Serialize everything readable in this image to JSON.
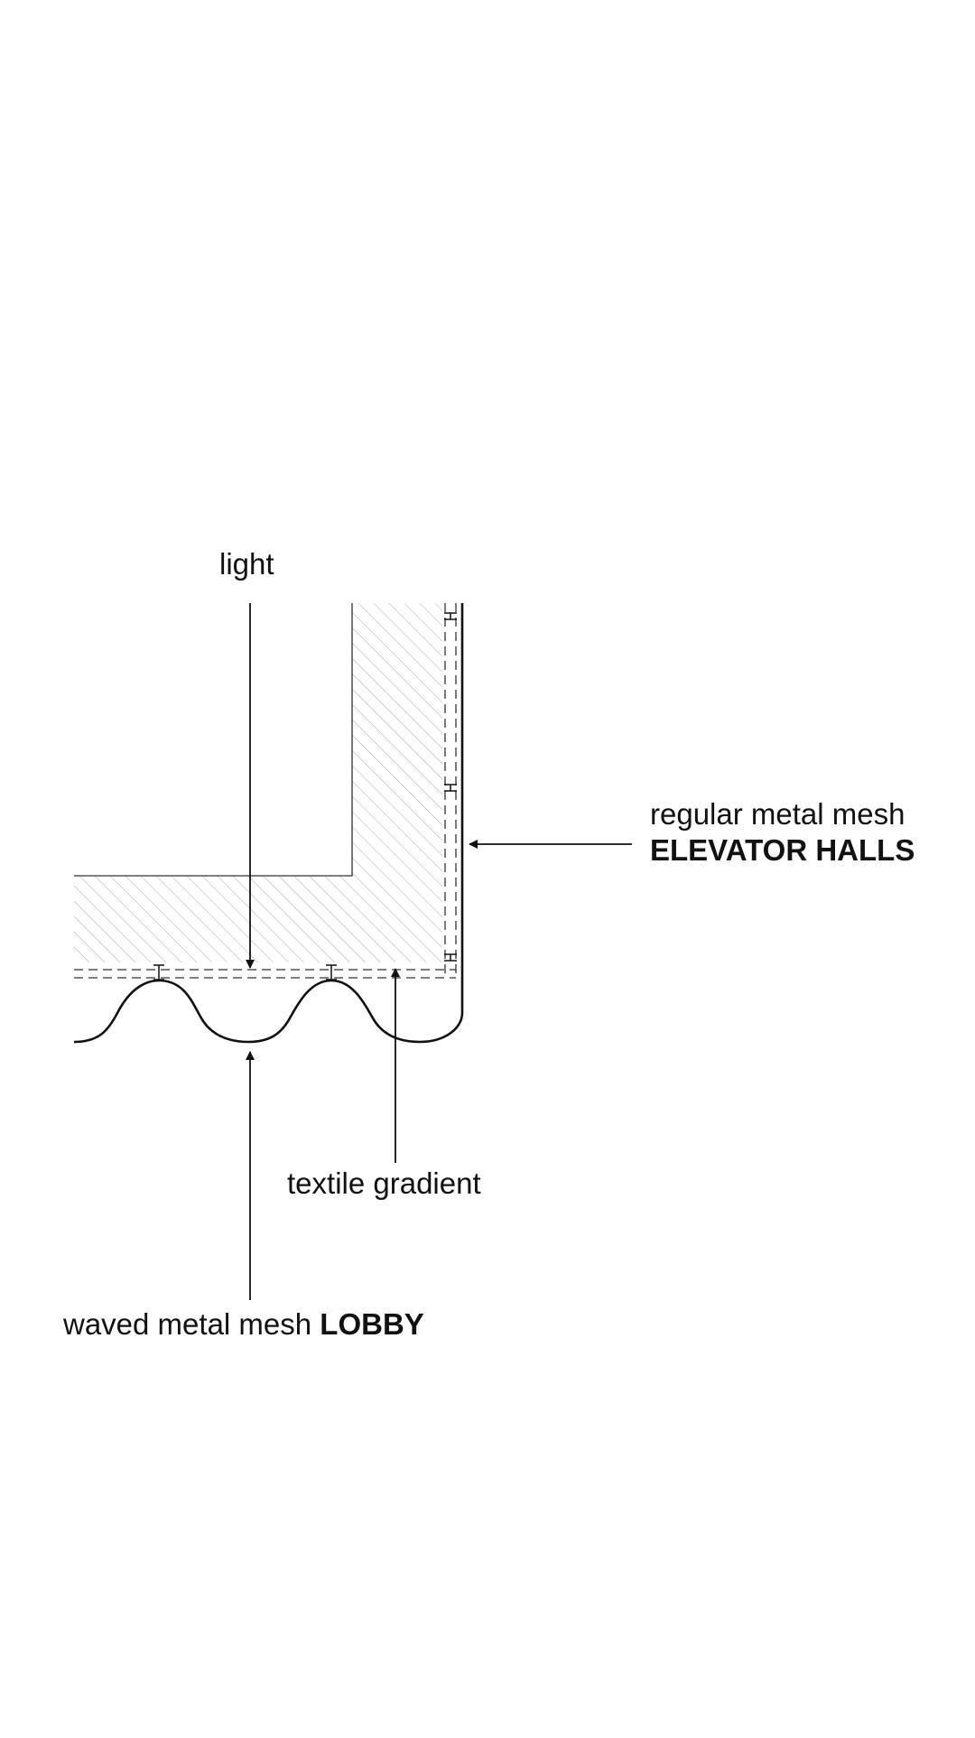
{
  "labels": {
    "light": "light",
    "regular_mesh": "regular metal mesh",
    "elevator_halls": "ELEVATOR HALLS",
    "textile_gradient": "textile gradient",
    "waved_mesh": "waved metal mesh",
    "lobby": "LOBBY"
  },
  "colors": {
    "line": "#111111",
    "hatch": "#9a9a9a",
    "gradient_start": "#f0a884",
    "gradient_mid": "#e896e8",
    "gradient_end": "#6aa8ec"
  }
}
